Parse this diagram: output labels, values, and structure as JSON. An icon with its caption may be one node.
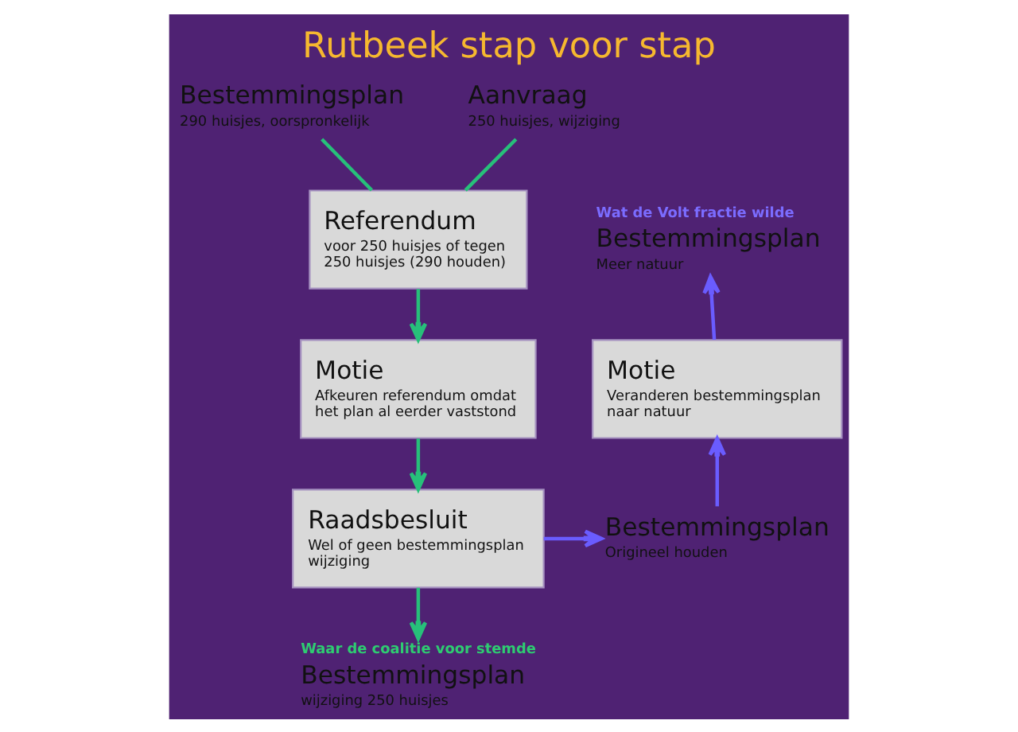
{
  "diagram": {
    "title": "Rutbeek stap voor stap",
    "nodes": [
      {
        "text": [
          "Bestemmingsplan",
          "290 huisjes, oorspronkelijk"
        ]
      },
      {
        "text": [
          "Aanvraag",
          "250 huisjes, wijziging"
        ]
      },
      {
        "text": [
          "Referendum",
          "voor 250 huisjes of tegen 250 huisjes (290 houden)"
        ]
      },
      {
        "text": [
          "Motie",
          "Afkeuren referendum omdat het plan al eerder vaststond"
        ]
      },
      {
        "text": [
          "Raadsbesluit",
          "Wel of geen bestemmingsplan wijziging"
        ]
      },
      {
        "text": [
          "Bestemmingsplan",
          "Meer natuur"
        ],
        "beside": [
          "Wat de Volt fractie wilde"
        ]
      },
      {
        "text": [
          "Motie",
          "Veranderen bestemmingsplan naar natuur"
        ]
      },
      {
        "text": [
          "Bestemmingsplan",
          "Origineel houden"
        ]
      },
      {
        "text": [
          "Bestemmingsplan",
          "wijziging 250 huisjes"
        ],
        "beside": [
          "Waar de coalitie voor stemde"
        ]
      }
    ],
    "edges": [
      {
        "from": 0,
        "to": 2,
        "arrow": "none"
      },
      {
        "from": 1,
        "to": 2,
        "arrow": "none"
      },
      {
        "from": 2,
        "to": 3,
        "arrow": "to"
      },
      {
        "from": 3,
        "to": 4,
        "arrow": "to"
      },
      {
        "from": 4,
        "to": 7,
        "arrow": "to",
        "color": "#6a5cff"
      },
      {
        "from": 4,
        "to": 8,
        "arrow": "to"
      },
      {
        "from": 7,
        "to": 6,
        "arrow": "to",
        "color": "#6a5cff"
      },
      {
        "from": 6,
        "to": 5,
        "arrow": "to",
        "color": "#6a5cff"
      }
    ]
  }
}
